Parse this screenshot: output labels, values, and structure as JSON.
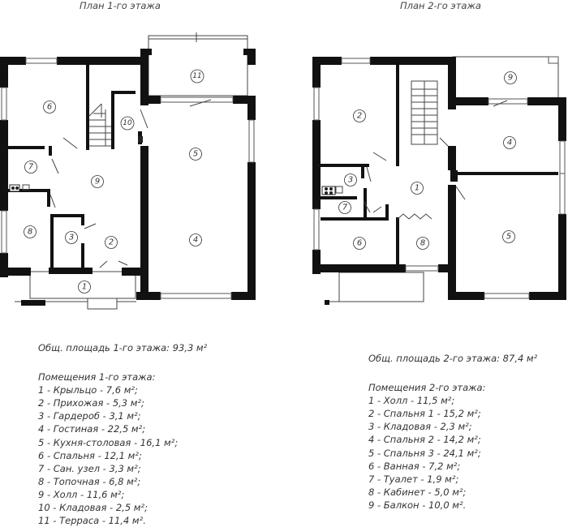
{
  "plan1": {
    "title": "План 1-го этажа",
    "total_area": "Общ. площадь 1-го этажа: 93,3 м²",
    "rooms_heading": "Помещения 1-го этажа:",
    "rooms": [
      "1 - Крыльцо - 7,6 м²;",
      "2 - Прихожая - 5,3 м²;",
      "3 - Гардероб - 3,1 м²;",
      "4 - Гостиная - 22,5 м²;",
      "5 - Кухня-столовая - 16,1 м²;",
      "6 - Спальня - 12,1 м²;",
      "7 - Сан. узел - 3,3 м²;",
      "8 - Топочная - 6,8 м²;",
      "9 - Холл - 11,6 м²;",
      "10 - Кладовая - 2,5 м²;",
      "11 - Терраса - 11,4 м²."
    ],
    "labels": [
      "1",
      "2",
      "3",
      "4",
      "5",
      "6",
      "7",
      "8",
      "9",
      "10",
      "11"
    ]
  },
  "plan2": {
    "title": "План 2-го этажа",
    "total_area": "Общ. площадь 2-го этажа: 87,4 м²",
    "rooms_heading": "Помещения 2-го этажа:",
    "rooms": [
      "1 - Холл - 11,5 м²;",
      "2 - Спальня 1  - 15,2 м²;",
      "3 - Кладовая - 2,3 м²;",
      "4 - Спальня 2 - 14,2 м²;",
      "5 - Спальня 3 - 24,1 м²;",
      "6 - Ванная - 7,2 м²;",
      "7 - Туалет - 1,9 м²;",
      "8 - Кабинет - 5,0 м²;",
      "9 - Балкон - 10,0 м²."
    ],
    "labels": [
      "1",
      "2",
      "3",
      "4",
      "5",
      "6",
      "7",
      "8",
      "9"
    ]
  }
}
